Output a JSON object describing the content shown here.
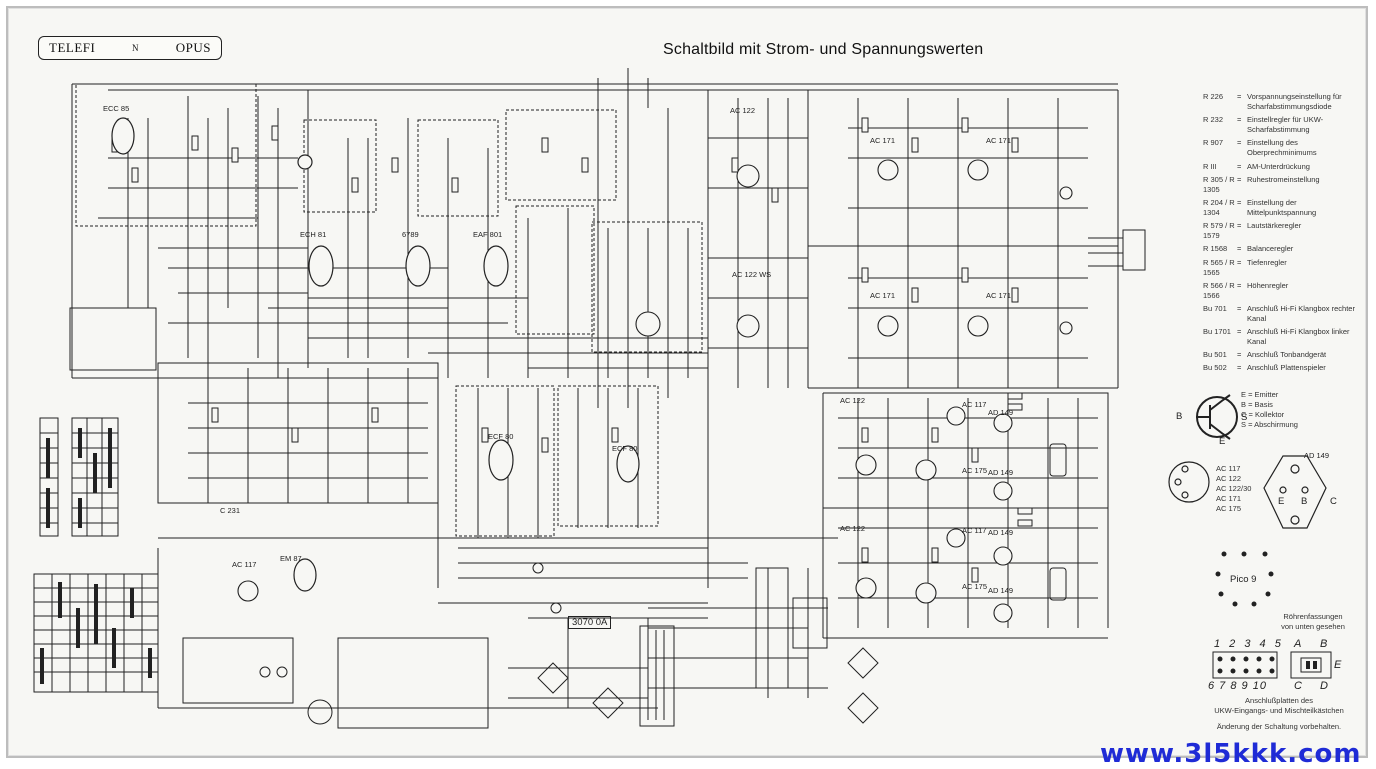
{
  "brand": {
    "left": "TELEFI",
    "mid": "N",
    "right": "OPUS"
  },
  "title": "Schaltbild mit Strom- und Spannungswerten",
  "legend": [
    {
      "ref": "R 226",
      "desc": "Vorspannungseinstellung für Scharfabstimmungsdiode"
    },
    {
      "ref": "R 232",
      "desc": "Einstellregler für UKW-Scharfabstimmung"
    },
    {
      "ref": "R 907",
      "desc": "Einstellung des Oberprechminimums"
    },
    {
      "ref": "R III",
      "desc": "AM-Unterdrückung"
    },
    {
      "ref": "R 305 / R 1305",
      "desc": "Ruhestromeinstellung"
    },
    {
      "ref": "R 204 / R 1304",
      "desc": "Einstellung der Mittelpunktspannung"
    },
    {
      "ref": "R 579 / R 1579",
      "desc": "Lautstärkeregler"
    },
    {
      "ref": "R 1568",
      "desc": "Balanceregler"
    },
    {
      "ref": "R 565 / R 1565",
      "desc": "Tiefenregler"
    },
    {
      "ref": "R 566 / R 1566",
      "desc": "Höhenregler"
    },
    {
      "ref": "Bu 701",
      "desc": "Anschluß Hi-Fi Klangbox rechter Kanal"
    },
    {
      "ref": "Bu 1701",
      "desc": "Anschluß Hi-Fi Klangbox linker Kanal"
    },
    {
      "ref": "Bu 501",
      "desc": "Anschluß Tonbandgerät"
    },
    {
      "ref": "Bu 502",
      "desc": "Anschluß Plattenspieler"
    }
  ],
  "transistor_legend": [
    "E = Emitter",
    "B = Basis",
    "C = Kollektor",
    "S = Abschirmung"
  ],
  "transistor_pins": {
    "b": "B",
    "s": "S",
    "e": "E"
  },
  "transistor_types": [
    "AC 117",
    "AC 122",
    "AC 122/30",
    "AC 171",
    "AC 175"
  ],
  "ad149": {
    "name": "AD 149",
    "e": "E",
    "b": "B",
    "c": "C"
  },
  "pico": {
    "name": "Pico 9",
    "caption1": "Röhrenfassungen",
    "caption2": "von unten gesehen"
  },
  "pins_numbers_top": "1 2 3 4 5",
  "pins_numbers_bottom": "6 7 8 9 10",
  "ab_labels": {
    "a": "A",
    "b": "B",
    "c": "C",
    "d": "D",
    "e": "E"
  },
  "anschluss": {
    "line1": "Anschlußplatten des",
    "line2": "UKW-Eingangs- und Mischteilkästchen"
  },
  "note": "Änderung der Schaltung vorbehalten.",
  "tubes": [
    "ECC 85",
    "ECH 81",
    "6789",
    "EAF 801",
    "ECF 80",
    "ECF 80",
    "EM 87"
  ],
  "transistor_labels": [
    "AC 122",
    "AC 171",
    "AC 171",
    "AC 122 WS",
    "AC 171",
    "AC 171",
    "AC 117",
    "AC 122",
    "AC 117",
    "AD 149",
    "AC 175",
    "AD 149",
    "AC 122",
    "AC 117",
    "AD 149",
    "AC 175",
    "AD 149"
  ],
  "code_box": "3070 0A",
  "c_label": "C 231",
  "watermark": "www.3l5kkk.com"
}
